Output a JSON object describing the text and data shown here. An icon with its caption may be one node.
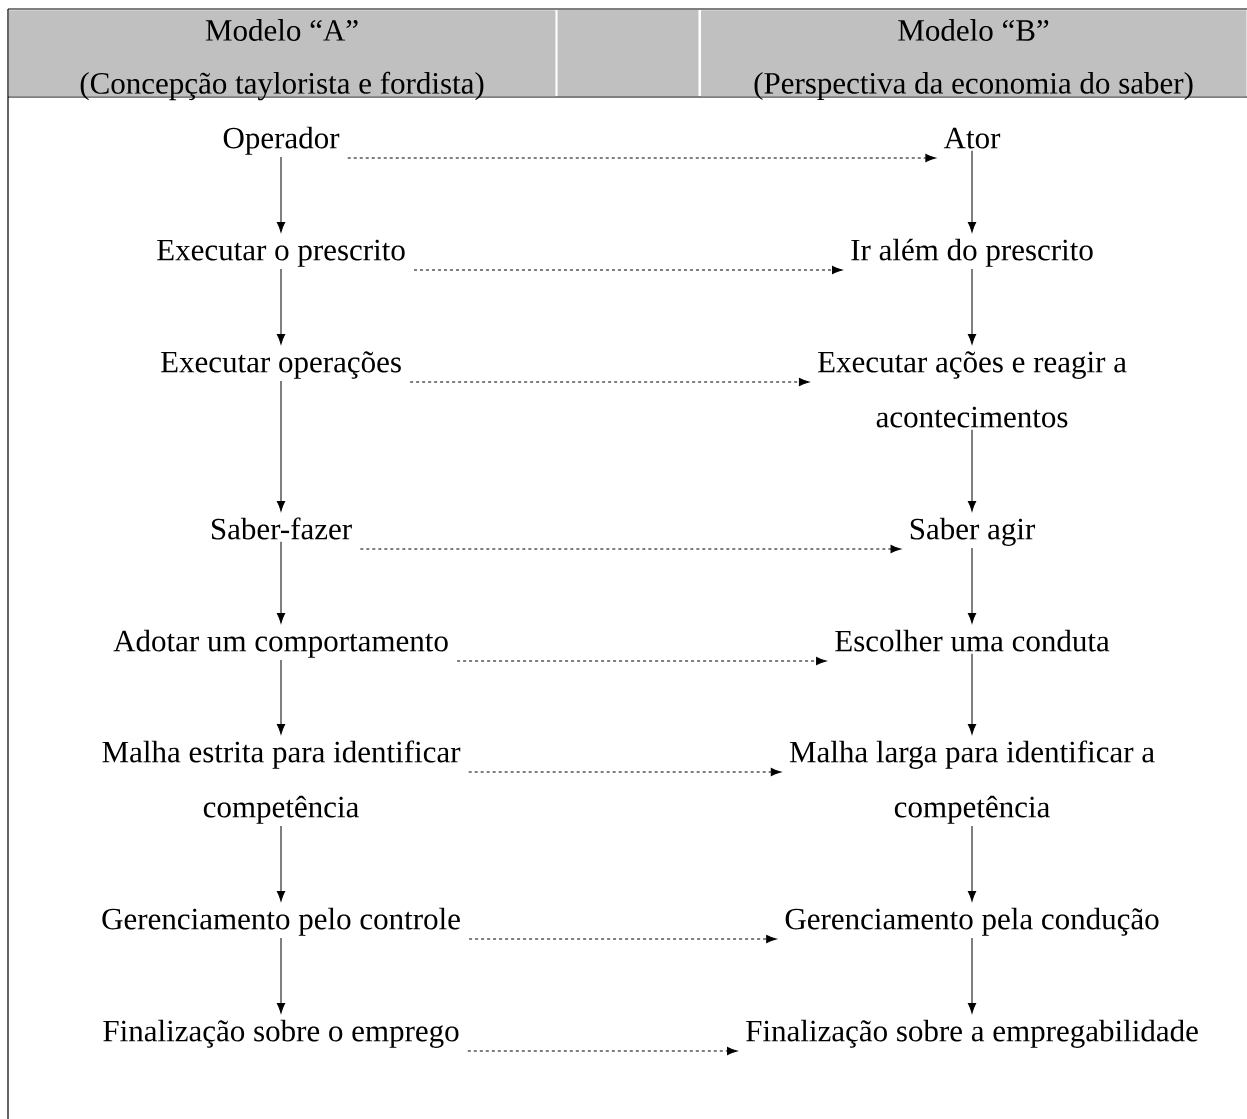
{
  "diagram": {
    "nodes": [
      {
        "text": [
          "Modelo “A”",
          "(Concepção taylorista e fordista)"
        ]
      },
      {
        "text": [
          "Modelo “B”",
          "(Perspectiva da economia do saber)"
        ]
      },
      {
        "text": [
          "Operador"
        ]
      },
      {
        "text": [
          "Executar o prescrito"
        ]
      },
      {
        "text": [
          "Executar operações"
        ]
      },
      {
        "text": [
          "Saber-fazer"
        ]
      },
      {
        "text": [
          "Adotar um comportamento"
        ]
      },
      {
        "text": [
          "Malha estrita para identificar competência"
        ]
      },
      {
        "text": [
          "Gerenciamento pelo controle"
        ]
      },
      {
        "text": [
          "Finalização sobre o emprego"
        ]
      },
      {
        "text": [
          "Ator"
        ]
      },
      {
        "text": [
          "Ir além do prescrito"
        ]
      },
      {
        "text": [
          "Executar ações e reagir a acontecimentos"
        ]
      },
      {
        "text": [
          "Saber agir"
        ]
      },
      {
        "text": [
          "Escolher uma conduta"
        ]
      },
      {
        "text": [
          "Malha larga para identificar a competência"
        ]
      },
      {
        "text": [
          "Gerenciamento pela condução"
        ]
      },
      {
        "text": [
          "Finalização sobre a empregabilidade"
        ]
      }
    ],
    "edges": [
      {
        "from": 2,
        "to": 3,
        "arrow": "to"
      },
      {
        "from": 3,
        "to": 4,
        "arrow": "to"
      },
      {
        "from": 4,
        "to": 5,
        "arrow": "to"
      },
      {
        "from": 5,
        "to": 6,
        "arrow": "to"
      },
      {
        "from": 6,
        "to": 7,
        "arrow": "to"
      },
      {
        "from": 7,
        "to": 8,
        "arrow": "to"
      },
      {
        "from": 8,
        "to": 9,
        "arrow": "to"
      },
      {
        "from": 10,
        "to": 11,
        "arrow": "to"
      },
      {
        "from": 11,
        "to": 12,
        "arrow": "to"
      },
      {
        "from": 12,
        "to": 13,
        "arrow": "to"
      },
      {
        "from": 13,
        "to": 14,
        "arrow": "to"
      },
      {
        "from": 14,
        "to": 15,
        "arrow": "to"
      },
      {
        "from": 15,
        "to": 16,
        "arrow": "to"
      },
      {
        "from": 16,
        "to": 17,
        "arrow": "to"
      },
      {
        "from": 2,
        "to": 10,
        "arrow": "to",
        "style": "dashed"
      },
      {
        "from": 3,
        "to": 11,
        "arrow": "to",
        "style": "dashed"
      },
      {
        "from": 4,
        "to": 12,
        "arrow": "to",
        "style": "dashed"
      },
      {
        "from": 5,
        "to": 13,
        "arrow": "to",
        "style": "dashed"
      },
      {
        "from": 6,
        "to": 14,
        "arrow": "to",
        "style": "dashed"
      },
      {
        "from": 7,
        "to": 15,
        "arrow": "to",
        "style": "dashed"
      },
      {
        "from": 8,
        "to": 16,
        "arrow": "to",
        "style": "dashed"
      },
      {
        "from": 9,
        "to": 17,
        "arrow": "to",
        "style": "dashed"
      }
    ]
  }
}
